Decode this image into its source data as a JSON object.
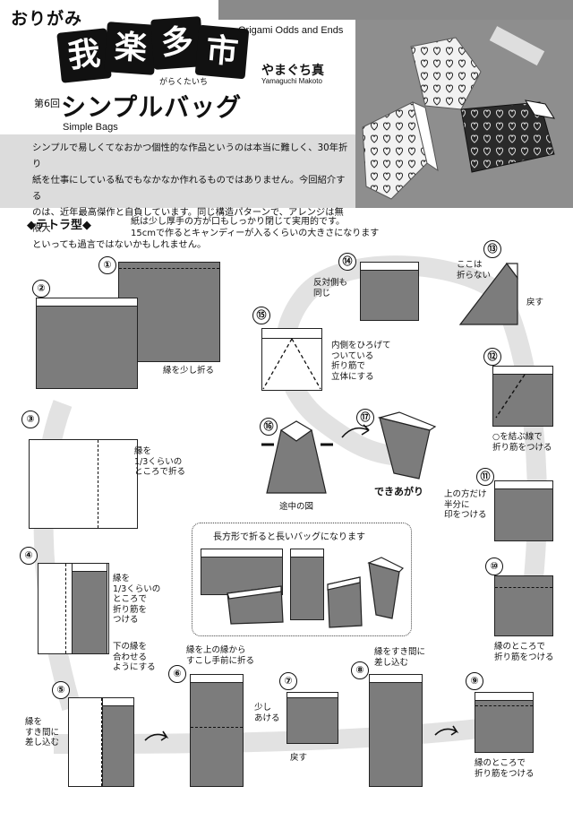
{
  "header": {
    "series_ja": "おりがみ",
    "logo_kanji": [
      "我",
      "楽",
      "多",
      "市"
    ],
    "logo_ruby": "がらくたいち",
    "series_en": "Origami Odds and Ends",
    "author_ja": "やまぐち真",
    "author_en": "Yamaguchi Makoto",
    "issue": "第6回",
    "title_ja": "シンプルバッグ",
    "title_en": "Simple Bags"
  },
  "intro": [
    "シンプルで易しくてなおかつ個性的な作品というのは本当に難しく、30年折り",
    "紙を仕事にしている私でもなかなか作れるものではありません。今回紹介する",
    "のは、近年最高傑作と自負しています。同じ構造パターンで、アレンジは無限大",
    "といっても過言ではないかもしれません。"
  ],
  "section": {
    "title": "◆テトラ型◆",
    "note": [
      "紙は少し厚手の方が口もしっかり閉じて実用的です。",
      "15cmで作るとキャンディーが入るくらいの大きさになります"
    ]
  },
  "steps": {
    "s1": {
      "num": "①",
      "label": [
        "縁を少し折る"
      ]
    },
    "s2": {
      "num": "②"
    },
    "s3": {
      "num": "③",
      "label": [
        "縁を",
        "1/3くらいの",
        "ところで折る"
      ]
    },
    "s4": {
      "num": "④",
      "label": [
        "縁を",
        "1/3くらいの",
        "ところで",
        "折り筋を",
        "つける"
      ],
      "label2": [
        "下の縁を",
        "合わせる",
        "ようにする"
      ]
    },
    "s5": {
      "num": "⑤",
      "label": [
        "縁を",
        "すき間に",
        "差し込む"
      ]
    },
    "s6": {
      "num": "⑥",
      "label": [
        "縁を上の縁から",
        "すこし手前に折る"
      ]
    },
    "s7": {
      "num": "⑦",
      "label": [
        "少し",
        "あける"
      ],
      "label2": [
        "戻す"
      ]
    },
    "s8": {
      "num": "⑧",
      "label": [
        "縁をすき間に",
        "差し込む"
      ]
    },
    "s9": {
      "num": "⑨",
      "label": [
        "縁のところで",
        "折り筋をつける"
      ]
    },
    "s10": {
      "num": "⑩",
      "label": [
        "縁のところで",
        "折り筋をつける"
      ]
    },
    "s11": {
      "num": "⑪",
      "label": [
        "上の方だけ",
        "半分に",
        "印をつける"
      ]
    },
    "s12": {
      "num": "⑫",
      "label": [
        "○を結ぶ線で",
        "折り筋をつける"
      ]
    },
    "s13": {
      "num": "⑬",
      "label": [
        "ここは",
        "折らない"
      ],
      "label2": [
        "戻す"
      ]
    },
    "s14": {
      "num": "⑭",
      "label": [
        "反対側も",
        "同じ"
      ]
    },
    "s15": {
      "num": "⑮",
      "label": [
        "内側をひろげて",
        "ついている",
        "折り筋で",
        "立体にする"
      ]
    },
    "s16": {
      "num": "⑯",
      "label": [
        "途中の図"
      ]
    },
    "s17": {
      "num": "⑰",
      "label": [
        "できあがり"
      ]
    }
  },
  "variant": {
    "title": "長方形で折ると長いバッグになります"
  },
  "colors": {
    "paper_gray": "#7c7c7c",
    "band_gray": "#e0e0e0",
    "intro_bg": "#dcdcdc",
    "ink": "#111111"
  }
}
